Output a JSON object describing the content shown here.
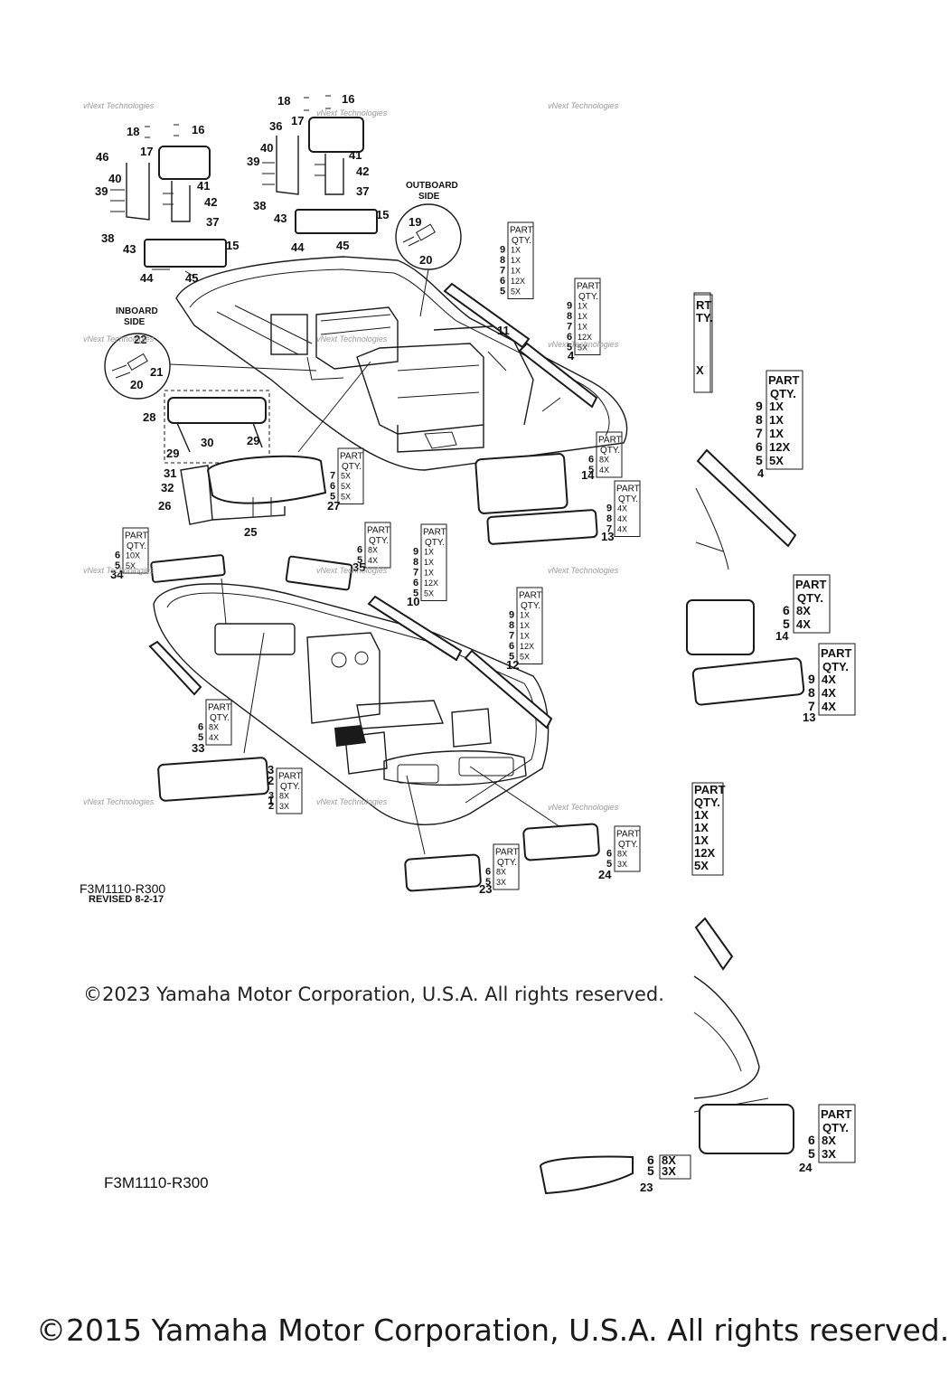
{
  "document": {
    "figure_code": "F3M1110-R300",
    "revised": "REVISED 8-2-17",
    "figure_code_repeat": "F3M1110-R300",
    "copyright_2023": "©2023 Yamaha Motor Corporation, U.S.A. All rights reserved.",
    "copyright_2015": "©2015 Yamaha Motor Corporation, U.S.A. All rights reserved.",
    "watermark": "vNext Technologies"
  },
  "callouts": {
    "outboard_side": [
      "OUTBOARD",
      "SIDE"
    ],
    "inboard_side": [
      "INBOARD",
      "SIDE"
    ]
  },
  "colors": {
    "line": "#1a1a1a",
    "fill": "#ffffff",
    "watermark": "#9a9a9a"
  },
  "part_numbers": [
    "1",
    "2",
    "3",
    "4",
    "5",
    "6",
    "7",
    "8",
    "9",
    "10",
    "11",
    "12",
    "13",
    "14",
    "15",
    "16",
    "17",
    "18",
    "19",
    "20",
    "21",
    "22",
    "23",
    "24",
    "25",
    "26",
    "27",
    "28",
    "29",
    "30",
    "31",
    "32",
    "33",
    "34",
    "35",
    "36",
    "37",
    "38",
    "39",
    "40",
    "41",
    "42",
    "43",
    "44",
    "45",
    "46"
  ],
  "qty_tables": [
    {
      "id": "t11",
      "lead": "11",
      "rows": [
        [
          "9",
          "1X"
        ],
        [
          "8",
          "1X"
        ],
        [
          "7",
          "1X"
        ],
        [
          "6",
          "12X"
        ],
        [
          "5",
          "5X"
        ]
      ]
    },
    {
      "id": "t4",
      "lead": "4",
      "rows": [
        [
          "9",
          "1X"
        ],
        [
          "8",
          "1X"
        ],
        [
          "7",
          "1X"
        ],
        [
          "6",
          "12X"
        ],
        [
          "5",
          "5X"
        ]
      ]
    },
    {
      "id": "t14",
      "lead": "14",
      "rows": [
        [
          "6",
          "8X"
        ],
        [
          "5",
          "4X"
        ]
      ]
    },
    {
      "id": "t13",
      "lead": "13",
      "rows": [
        [
          "9",
          "4X"
        ],
        [
          "8",
          "4X"
        ],
        [
          "7",
          "4X"
        ]
      ]
    },
    {
      "id": "t27",
      "lead": "27",
      "rows": [
        [
          "7",
          "5X"
        ],
        [
          "6",
          "5X"
        ],
        [
          "5",
          "5X"
        ]
      ]
    },
    {
      "id": "t34",
      "lead": "34",
      "rows": [
        [
          "6",
          "10X"
        ],
        [
          "5",
          "5X"
        ]
      ]
    },
    {
      "id": "t35",
      "lead": "35",
      "rows": [
        [
          "6",
          "8X"
        ],
        [
          "5",
          "4X"
        ]
      ]
    },
    {
      "id": "t10",
      "lead": "10",
      "rows": [
        [
          "9",
          "1X"
        ],
        [
          "8",
          "1X"
        ],
        [
          "7",
          "1X"
        ],
        [
          "6",
          "12X"
        ],
        [
          "5",
          "5X"
        ]
      ]
    },
    {
      "id": "t12",
      "lead": "12",
      "rows": [
        [
          "9",
          "1X"
        ],
        [
          "8",
          "1X"
        ],
        [
          "7",
          "1X"
        ],
        [
          "6",
          "12X"
        ],
        [
          "5",
          "5X"
        ]
      ]
    },
    {
      "id": "t33",
      "lead": "33",
      "rows": [
        [
          "6",
          "8X"
        ],
        [
          "5",
          "4X"
        ]
      ]
    },
    {
      "id": "t1",
      "lead": "1",
      "rows": [
        [
          "3",
          "8X"
        ],
        [
          "2",
          "3X"
        ]
      ]
    },
    {
      "id": "t23",
      "lead": "23",
      "rows": [
        [
          "6",
          "8X"
        ],
        [
          "5",
          "3X"
        ]
      ]
    },
    {
      "id": "t24",
      "lead": "24",
      "rows": [
        [
          "6",
          "8X"
        ],
        [
          "5",
          "3X"
        ]
      ]
    },
    {
      "id": "z4",
      "lead": "4",
      "rows": [
        [
          "9",
          "1X"
        ],
        [
          "8",
          "1X"
        ],
        [
          "7",
          "1X"
        ],
        [
          "6",
          "12X"
        ],
        [
          "5",
          "5X"
        ]
      ]
    },
    {
      "id": "z14",
      "lead": "14",
      "rows": [
        [
          "6",
          "8X"
        ],
        [
          "5",
          "4X"
        ]
      ]
    },
    {
      "id": "z13",
      "lead": "13",
      "rows": [
        [
          "9",
          "4X"
        ],
        [
          "8",
          "4X"
        ],
        [
          "7",
          "4X"
        ]
      ]
    },
    {
      "id": "z24",
      "lead": "24",
      "rows": [
        [
          "6",
          "8X"
        ],
        [
          "5",
          "3X"
        ]
      ]
    }
  ],
  "qty_header": [
    "PART",
    "QTY."
  ],
  "partial_tables": [
    {
      "id": "p1",
      "lines": [
        "RT",
        "TY.",
        "",
        "",
        "X"
      ]
    },
    {
      "id": "p2",
      "lines": [
        "PART",
        "QTY.",
        "1X",
        "1X",
        "1X",
        "12X",
        "5X"
      ]
    },
    {
      "id": "p3",
      "lines": [
        "8X",
        "3X"
      ]
    },
    {
      "id": "p3lead",
      "lines": [
        "6",
        "5",
        "23"
      ]
    }
  ]
}
